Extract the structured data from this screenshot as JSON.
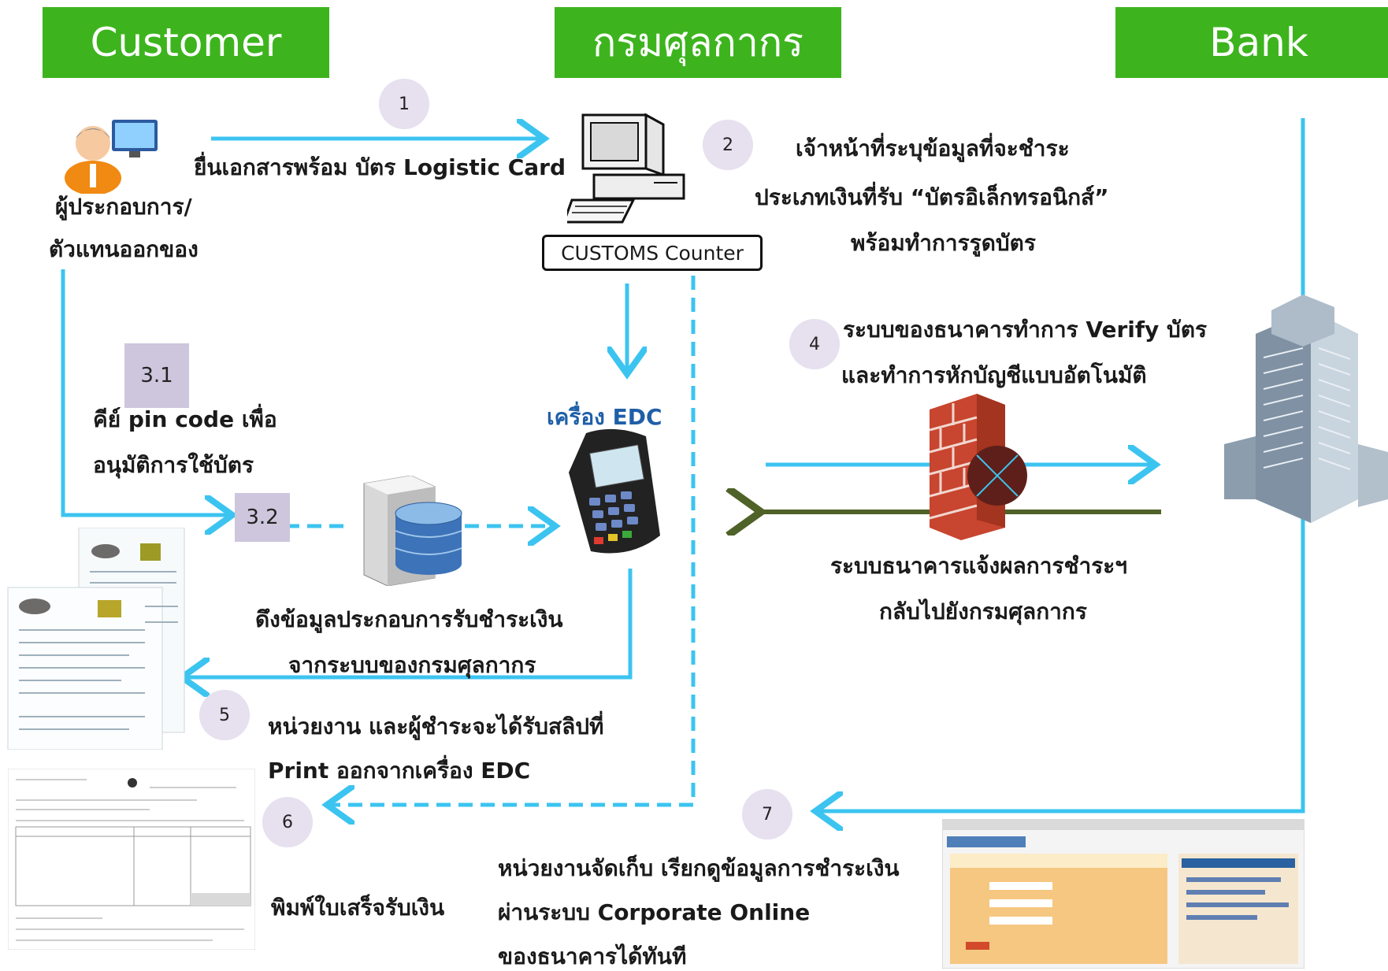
{
  "headers": {
    "customer": "Customer",
    "customs": "กรมศุลกากร",
    "bank": "Bank"
  },
  "steps": {
    "s1": "1",
    "s2": "2",
    "s3_1": "3.1",
    "s3_2": "3.2",
    "s4": "4",
    "s5": "5",
    "s6": "6",
    "s7": "7"
  },
  "labels": {
    "submit_docs": "ยื่นเอกสารพร้อม บัตร Logistic Card",
    "operator_line1": "ผู้ประกอบการ/",
    "operator_line2": "ตัวแทนออกของ",
    "customs_counter": "CUSTOMS Counter",
    "officer_line1": "เจ้าหน้าที่ระบุข้อมูลที่จะชำระ",
    "officer_line2": "ประเภทเงินที่รับ “บัตรอิเล็กทรอนิกส์”",
    "officer_line3": "พร้อมทำการรูดบัตร",
    "bank_verify_line1": "ระบบของธนาคารทำการ Verify บัตร",
    "bank_verify_line2": "และทำการหักบัญชีแบบอัตโนมัติ",
    "pin_line1": "คีย์ pin code เพื่อ",
    "pin_line2": "อนุมัติการใช้บัตร",
    "edc_title": "เครื่อง EDC",
    "fetch_line1": "ดึงข้อมูลประกอบการรับชำระเงิน",
    "fetch_line2": "จากระบบของกรมศุลกากร",
    "bank_notify_line1": "ระบบธนาคารแจ้งผลการชำระฯ",
    "bank_notify_line2": "กลับไปยังกรมศุลกากร",
    "slip_line1": "หน่วยงาน และผู้ชำระจะได้รับสลิปที่",
    "slip_line2": "Print ออกจากเครื่อง EDC",
    "receipt": "พิมพ์ใบเสร็จรับเงิน",
    "corporate_line1": "หน่วยงานจัดเก็บ เรียกดูข้อมูลการชำระเงิน",
    "corporate_line2": "ผ่านระบบ Corporate Online",
    "corporate_line3": "ของธนาคารได้ทันที"
  },
  "colors": {
    "header_green": "#3db41e",
    "arrow_blue": "#3cc4f0",
    "arrow_olive": "#4f6228",
    "step_circle": "#e6e0ef",
    "step_square": "#cdc6dc"
  },
  "icons": [
    "user-computer-icon",
    "computer-terminal-icon",
    "edc-terminal-icon",
    "server-database-icon",
    "firewall-icon",
    "blocked-icon",
    "bank-building-icon",
    "edc-slip-icon",
    "receipt-document-icon",
    "corporate-online-screenshot"
  ]
}
